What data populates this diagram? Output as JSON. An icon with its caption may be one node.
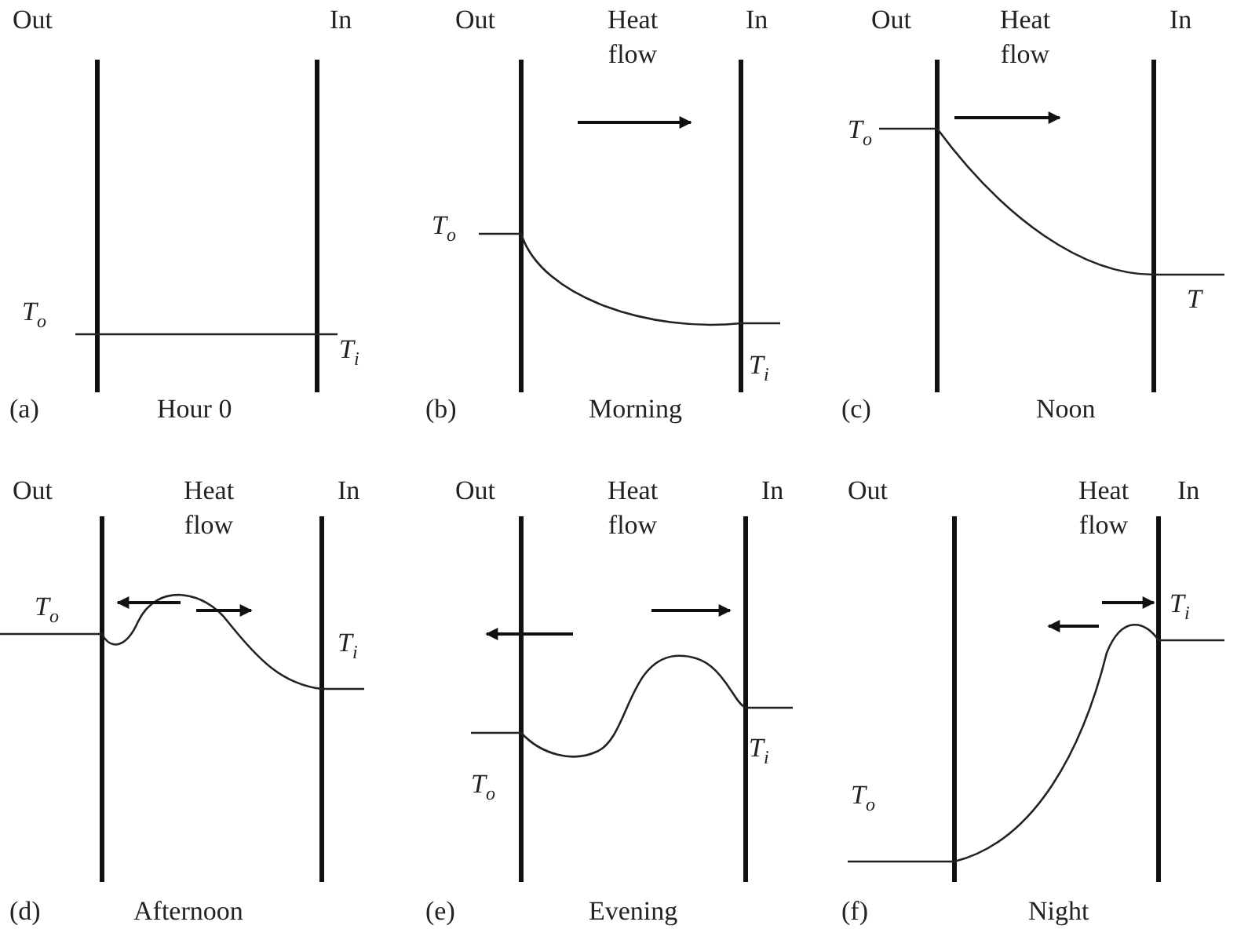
{
  "diagram": {
    "labels": [
      "Out",
      "In",
      "*T*$_{o}$",
      "*T*$_{i}$",
      "(a)",
      "Hour 0",
      "Out",
      "Heat flow",
      "In",
      "*T*$_{o}$",
      "*T*$_{i}$",
      "(b)",
      "Morning",
      "Out",
      "Heat flow",
      "In",
      "*T*$_{o}$",
      "*T*",
      "(c)",
      "Noon",
      "Out",
      "Heat flow",
      "In",
      "*T*$_{o}$",
      "*T*$_{i}$",
      "(d)",
      "Afternoon",
      "Out",
      "Heat flow",
      "In",
      "*T*$_{o}$",
      "*T*$_{i}$",
      "(e)",
      "Evening",
      "Out",
      "Heat flow",
      "In",
      "*T*$_{o}$",
      "*T*$_{i}$",
      "(f)",
      "Night"
    ]
  }
}
